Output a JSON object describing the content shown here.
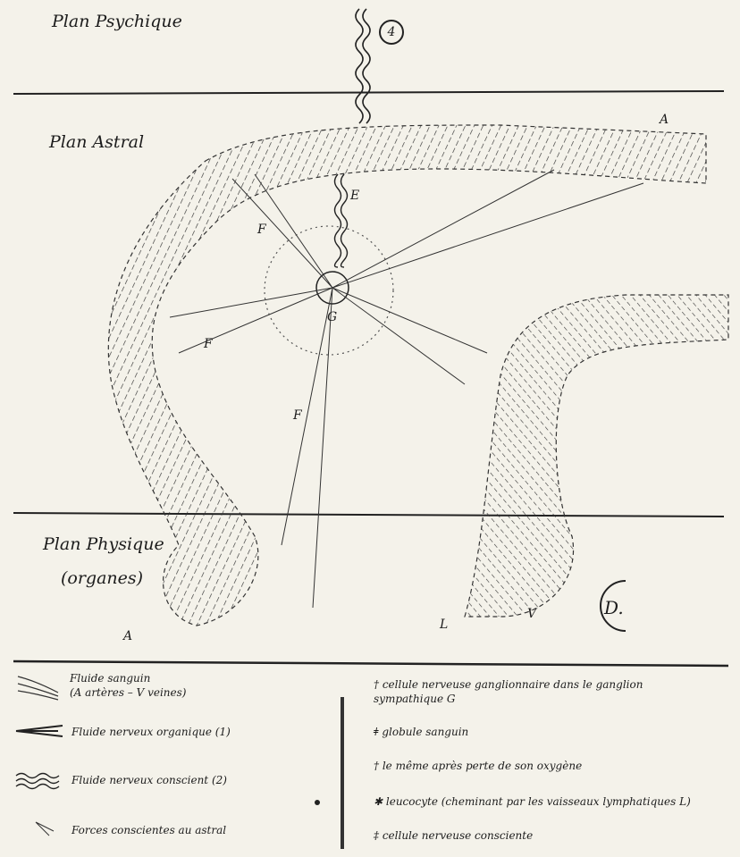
{
  "planes": {
    "psychique": "Plan Psychique",
    "astral": "Plan Astral",
    "physique": "Plan Physique",
    "physique_sub": "(organes)"
  },
  "markers": {
    "circle_4": "4",
    "A_top": "A",
    "A_bottom": "A",
    "E": "E",
    "F_upper": "F",
    "F_left": "F",
    "F_lower": "F",
    "G": "G",
    "L": "L",
    "V": "V",
    "D": "D."
  },
  "legend": {
    "left": [
      {
        "text": "Fluide sanguin\n(A artères – V veines)",
        "icon": "blood-fluid-swatch-icon"
      },
      {
        "text": "Fluide nerveux organique (1)",
        "icon": "organic-nerve-fluid-swatch-icon"
      },
      {
        "text": "Fluide nerveux conscient (2)",
        "icon": "conscious-nerve-fluid-swatch-icon"
      },
      {
        "text": "Forces conscientes au astral",
        "icon": "conscious-forces-cone-icon"
      }
    ],
    "right": [
      {
        "text": "cellule nerveuse ganglionnaire dans le ganglion sympathique G",
        "icon": "ganglion-cell-icon"
      },
      {
        "text": "globule sanguin",
        "icon": "blood-globule-icon"
      },
      {
        "text": "le même après perte de son oxygène",
        "icon": "deoxygenated-globule-icon"
      },
      {
        "text": "leucocyte (cheminant par les vaisseaux lymphatiques L)",
        "icon": "leucocyte-icon"
      },
      {
        "text": "cellule nerveuse consciente",
        "icon": "conscious-nerve-cell-icon"
      }
    ]
  },
  "colors": {
    "ink": "#1c1c1c",
    "paper": "#f4f2ea"
  }
}
